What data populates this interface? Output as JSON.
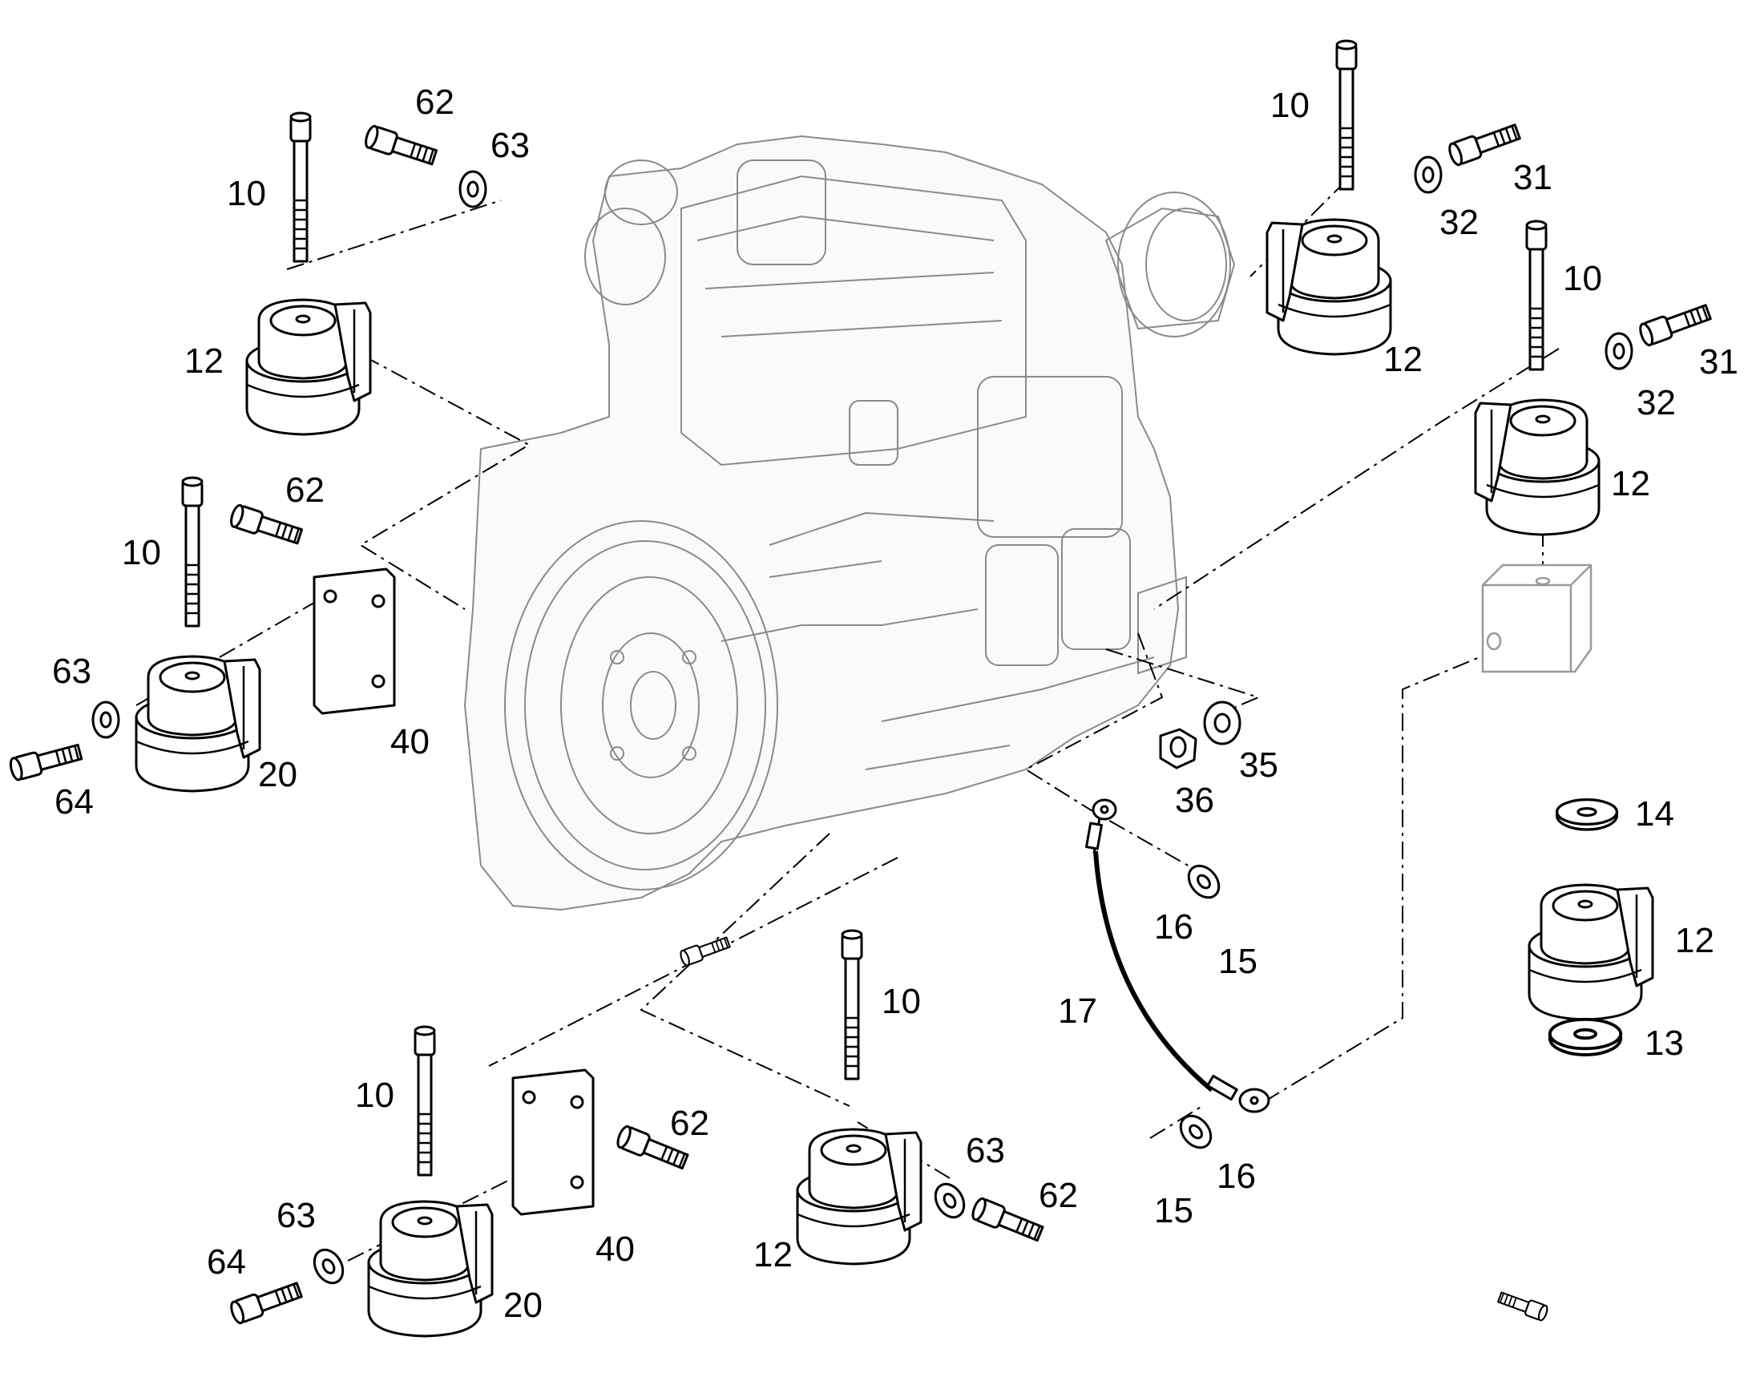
{
  "diagram": {
    "callouts": [
      {
        "id": "c1",
        "text": "10"
      },
      {
        "id": "c2",
        "text": "62"
      },
      {
        "id": "c3",
        "text": "63"
      },
      {
        "id": "c4",
        "text": "12"
      },
      {
        "id": "c5",
        "text": "62"
      },
      {
        "id": "c6",
        "text": "10"
      },
      {
        "id": "c7",
        "text": "63"
      },
      {
        "id": "c8",
        "text": "64"
      },
      {
        "id": "c9",
        "text": "20"
      },
      {
        "id": "c10",
        "text": "40"
      },
      {
        "id": "c11",
        "text": "10"
      },
      {
        "id": "c12",
        "text": "31"
      },
      {
        "id": "c13",
        "text": "32"
      },
      {
        "id": "c14",
        "text": "12"
      },
      {
        "id": "c15",
        "text": "10"
      },
      {
        "id": "c16",
        "text": "31"
      },
      {
        "id": "c17",
        "text": "32"
      },
      {
        "id": "c18",
        "text": "12"
      },
      {
        "id": "c19",
        "text": "35"
      },
      {
        "id": "c20",
        "text": "36"
      },
      {
        "id": "c21",
        "text": "16"
      },
      {
        "id": "c22",
        "text": "15"
      },
      {
        "id": "c23",
        "text": "17"
      },
      {
        "id": "c24",
        "text": "14"
      },
      {
        "id": "c25",
        "text": "12"
      },
      {
        "id": "c26",
        "text": "13"
      },
      {
        "id": "c27",
        "text": "10"
      },
      {
        "id": "c28",
        "text": "10"
      },
      {
        "id": "c29",
        "text": "62"
      },
      {
        "id": "c30",
        "text": "63"
      },
      {
        "id": "c31",
        "text": "62"
      },
      {
        "id": "c32",
        "text": "12"
      },
      {
        "id": "c33",
        "text": "40"
      },
      {
        "id": "c34",
        "text": "63"
      },
      {
        "id": "c35",
        "text": "64"
      },
      {
        "id": "c36",
        "text": "20"
      },
      {
        "id": "c37",
        "text": "15"
      },
      {
        "id": "c38",
        "text": "16"
      }
    ]
  }
}
